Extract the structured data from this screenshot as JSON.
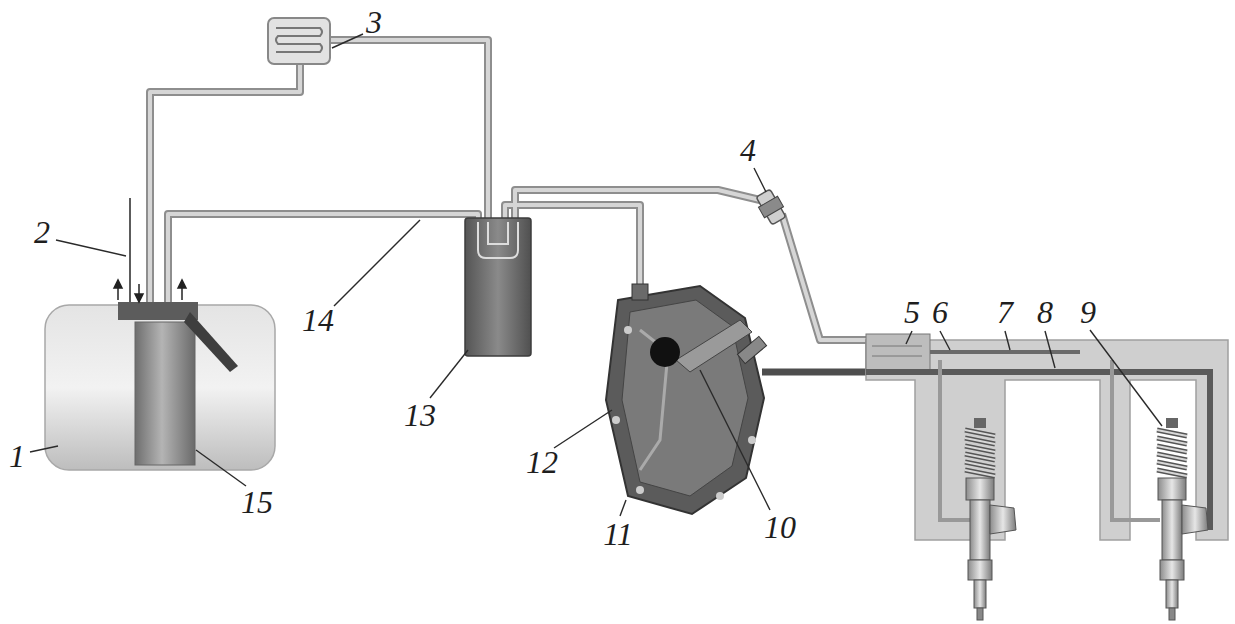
{
  "diagram": {
    "labels": [
      "3",
      "4",
      "2",
      "14",
      "5",
      "6",
      "7",
      "8",
      "9",
      "13",
      "12",
      "1",
      "15",
      "11",
      "10"
    ]
  }
}
